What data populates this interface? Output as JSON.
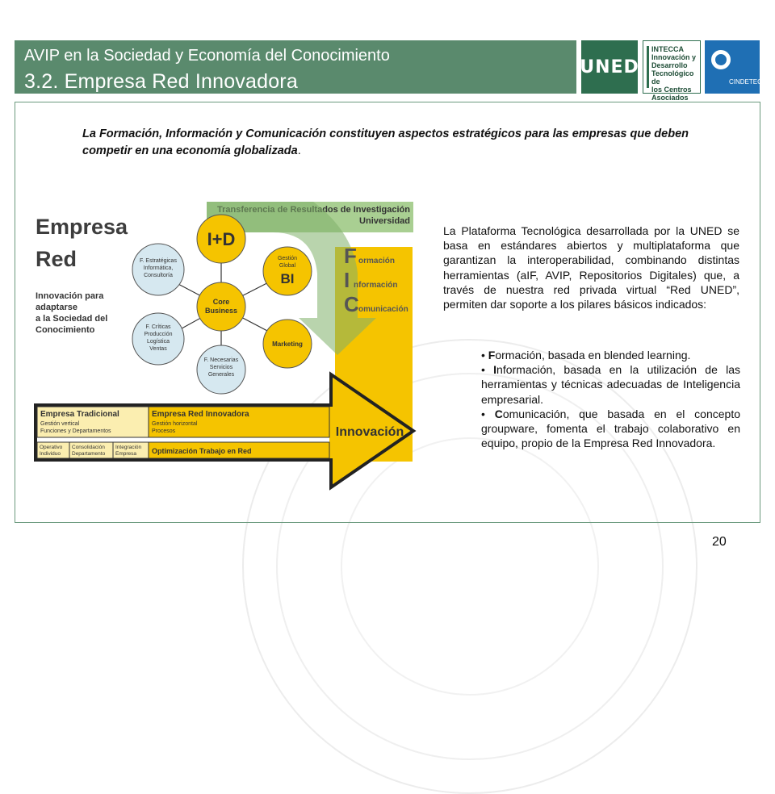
{
  "header": {
    "subtitle": "AVIP en la Sociedad y Economía del Conocimiento",
    "title": "3.2. Empresa Red Innovadora"
  },
  "logos": {
    "uned": "UNED",
    "intecca_lines": [
      "INTECCA",
      "Innovación y",
      "Desarrollo",
      "Tecnológico de",
      "los Centros",
      "Asociados"
    ],
    "cindetec": "CINDETEC"
  },
  "intro": {
    "text": "La Formación, Información y Comunicación constituyen aspectos estratégicos para las empresas que deben competir en una economía globalizada",
    "end": "."
  },
  "diagram": {
    "heading_1": "Empresa",
    "heading_2": "Red",
    "subheading_lines": [
      "Innovación para",
      "adaptarse",
      "a la Sociedad del",
      "Conocimiento"
    ],
    "banner_lines": [
      "Transferencia de Resultados de Investigación",
      "Universidad"
    ],
    "fic": [
      {
        "initial": "F",
        "rest": "ormación"
      },
      {
        "initial": "I",
        "rest": "nformación"
      },
      {
        "initial": "C",
        "rest": "omunicación"
      }
    ],
    "center_lines": [
      "Core",
      "Business"
    ],
    "id_label": "I+D",
    "gestion_lines": [
      "Gestión",
      "Global"
    ],
    "bi_label": "BI",
    "marketing": "Marketing",
    "estrategicas_lines": [
      "F. Estratégicas",
      "Informática,",
      "Consultoría"
    ],
    "criticas_lines": [
      "F. Críticas",
      "Producción",
      "Logística",
      "Ventas"
    ],
    "necesarias_lines": [
      "F. Necesarias",
      "Servicios",
      "Generales"
    ],
    "tradicional_title": "Empresa Tradicional",
    "tradicional_lines": [
      "Gestión vertical",
      "Funciones y Departamentos"
    ],
    "red_title": "Empresa Red Innovadora",
    "red_lines": [
      "Gestión horizontal",
      "Procesos"
    ],
    "small_cells": [
      [
        "Operativo",
        "Individuo"
      ],
      [
        "Consolidación",
        "Departamento"
      ],
      [
        "Integración",
        "Empresa"
      ]
    ],
    "optimizacion": "Optimización Trabajo en Red",
    "innovacion": "Innovación"
  },
  "body": {
    "paragraph": "La Plataforma Tecnológica desarrollada por la UNED se basa en estándares abiertos y multiplataforma que garantizan la interoperabilidad, combinando distintas herramientas (aIF, AVIP, Repositorios Digitales) que, a través de nuestra red privada virtual “Red UNED”, permiten dar soporte a los pilares básicos indicados:",
    "bullets": [
      {
        "first": "F",
        "rest": "ormación, basada en blended learning."
      },
      {
        "first": "I",
        "rest": "nformación, basada en la utilización de las herramientas y técnicas adecuadas de Inteligencia empresarial."
      },
      {
        "first": "C",
        "rest": "omunicación, que basada en el concepto groupware, fomenta el  trabajo colaborativo en equipo, propio de la Empresa Red Innovadora."
      }
    ]
  },
  "page_number": "20",
  "colors": {
    "header_green": "#5a8a6d",
    "uned_green": "#2e6e4f",
    "cindetec_blue": "#1f6fb4",
    "yellow": "#f5c400",
    "circle_blue": "#d6e8f0",
    "arrow_green": "#7fb069"
  }
}
